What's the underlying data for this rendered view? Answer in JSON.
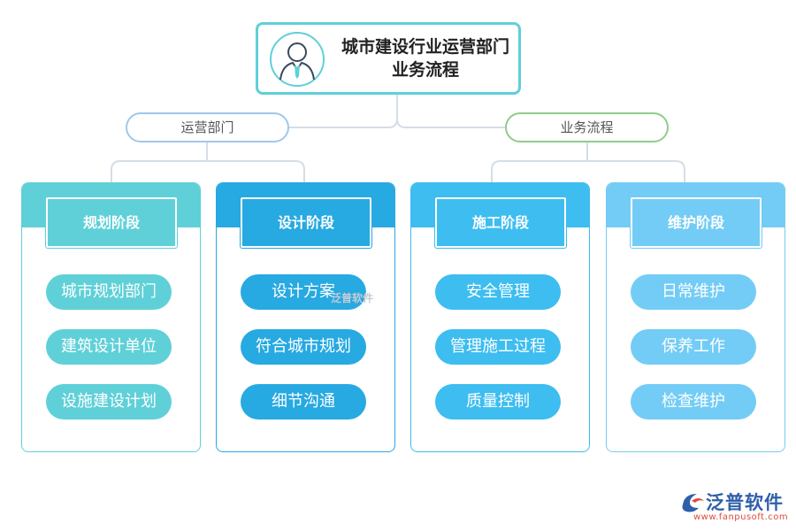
{
  "title": {
    "line1": "城市建设行业运营部门",
    "line2": "业务流程"
  },
  "branches": {
    "left": "运营部门",
    "right": "业务流程"
  },
  "stages": [
    {
      "title": "规划阶段",
      "color": "#5fd0d8",
      "items": [
        "城市规划部门",
        "建筑设计单位",
        "设施建设计划"
      ]
    },
    {
      "title": "设计阶段",
      "color": "#27a9e1",
      "items": [
        "设计方案",
        "符合城市规划",
        "细节沟通"
      ]
    },
    {
      "title": "施工阶段",
      "color": "#3dbdf0",
      "items": [
        "安全管理",
        "管理施工过程",
        "质量控制"
      ]
    },
    {
      "title": "维护阶段",
      "color": "#73ccf5",
      "items": [
        "日常维护",
        "保养工作",
        "检查维护"
      ]
    }
  ],
  "watermark": "泛普软件",
  "brand": {
    "name": "泛普软件",
    "url": "www.fanpusoft.com"
  },
  "colors": {
    "title_border": "#5fd0d8",
    "left_branch": "#9fc8ea",
    "right_branch": "#90cc8a",
    "connector": "#d5dde6"
  }
}
